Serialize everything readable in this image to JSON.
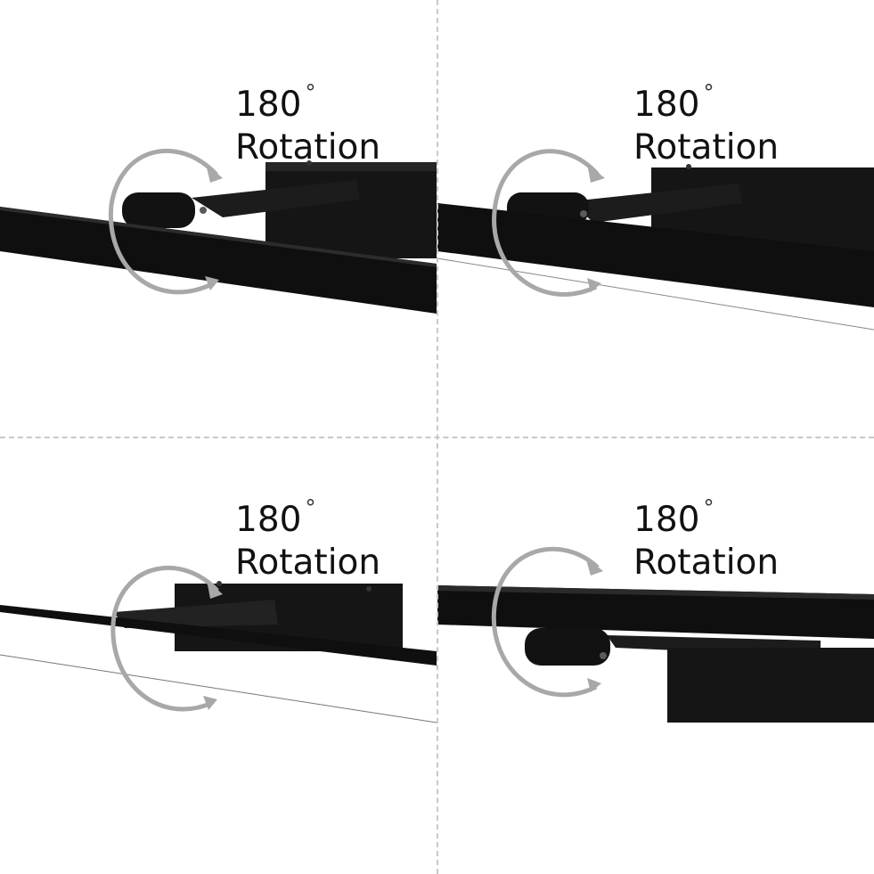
{
  "panels": [
    {
      "angle": "180",
      "degree_symbol": "°",
      "caption": "Rotation"
    },
    {
      "angle": "180",
      "degree_symbol": "°",
      "caption": "Rotation"
    },
    {
      "angle": "180",
      "degree_symbol": "°",
      "caption": "Rotation"
    },
    {
      "angle": "180",
      "degree_symbol": "°",
      "caption": "Rotation"
    }
  ],
  "colors": {
    "background": "#ffffff",
    "lamp_body": "#141414",
    "lamp_edge": "#2b2b2b",
    "arrow": "#a8a8a8",
    "divider": "#c8c8c8"
  }
}
